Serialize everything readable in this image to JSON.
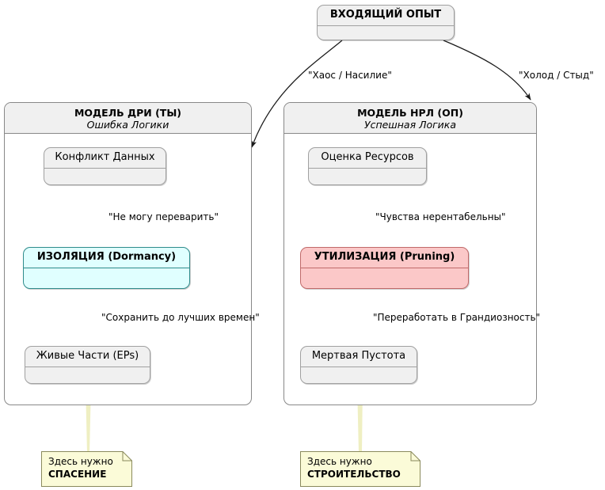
{
  "diagram": {
    "type": "flowchart",
    "bg_color": "#FFFFFF"
  },
  "source_node": {
    "label": "ВХОДЯЩИЙ ОПЫТ"
  },
  "transitions": [
    {
      "id": "t-left",
      "label": "\"Хаос / Насилие\""
    },
    {
      "id": "t-right",
      "label": "\"Холод / Стыд\""
    }
  ],
  "packages": [
    {
      "id": "pkg-dri",
      "title": "МОДЕЛЬ ДРИ (ТЫ)",
      "subtitle": "Ошибка Логики",
      "nodes": [
        {
          "id": "konflikt",
          "label": "Конфликт Данных",
          "style": "plain"
        },
        {
          "id": "izolyaciya",
          "label": "ИЗОЛЯЦИЯ (Dormancy)",
          "style": "cyan"
        },
        {
          "id": "zhivye",
          "label": "Живые Части (EPs)",
          "style": "plain"
        }
      ],
      "edges": [
        {
          "id": "e-dri-1",
          "label": "\"Не могу переварить\""
        },
        {
          "id": "e-dri-2",
          "label": "\"Сохранить до лучших времен\""
        }
      ],
      "note": {
        "id": "note-left",
        "line1": "Здесь нужно",
        "line2": "СПАСЕНИЕ",
        "color": "#FBFBD8"
      }
    },
    {
      "id": "pkg-nrl",
      "title": "МОДЕЛЬ НРЛ (ОП)",
      "subtitle": "Успешная Логика",
      "nodes": [
        {
          "id": "ocenka",
          "label": "Оценка Ресурсов",
          "style": "plain"
        },
        {
          "id": "utilizaciya",
          "label": "УТИЛИЗАЦИЯ (Pruning)",
          "style": "pink"
        },
        {
          "id": "mertvaya",
          "label": "Мертвая Пустота",
          "style": "plain"
        }
      ],
      "edges": [
        {
          "id": "e-nrl-1",
          "label": "\"Чувства нерентабельны\""
        },
        {
          "id": "e-nrl-2",
          "label": "\"Переработать в Грандиозность\""
        }
      ],
      "note": {
        "id": "note-right",
        "line1": "Здесь нужно",
        "line2": "СТРОИТЕЛЬСТВО",
        "color": "#FBFBD8"
      }
    }
  ],
  "colors": {
    "node_fill": "#F0F0F0",
    "node_stroke": "#A0A0A0",
    "package_stroke": "#888888",
    "cyan_fill": "#E0FFFF",
    "cyan_stroke": "#2E8B8B",
    "pink_fill": "#FBC8C8",
    "pink_stroke": "#C06A6A",
    "note_fill": "#FBFBD8",
    "note_stroke": "#8A8A5C",
    "edge_stroke": "#222222"
  }
}
